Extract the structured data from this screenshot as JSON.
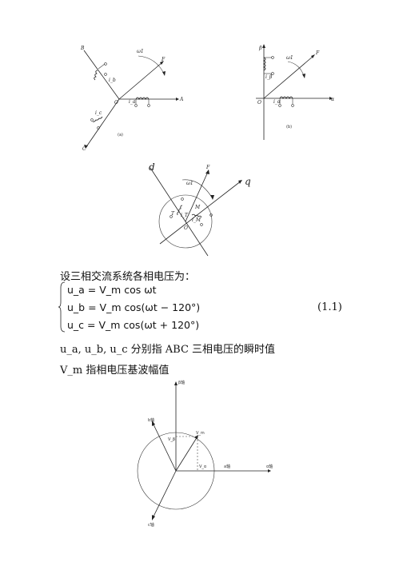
{
  "figure_a": {
    "labels": {
      "A": "A",
      "B": "B",
      "C": "C",
      "F": "F",
      "O": "O",
      "omega": "ω1",
      "ia": "i_a",
      "ib": "i_b",
      "ic": "i_c",
      "caption": "(a)"
    }
  },
  "figure_b": {
    "labels": {
      "beta": "β",
      "alpha": "α",
      "F": "F",
      "O": "O",
      "omega": "ω1",
      "ibeta": "i_β",
      "ialpha": "i_α",
      "caption": "(b)"
    }
  },
  "figure_c": {
    "labels": {
      "d": "d",
      "q": "q",
      "F": "F",
      "O": "O",
      "omega": "ω1",
      "T": "T",
      "M": "M",
      "iT": "i_T",
      "iM": "i_M"
    }
  },
  "text": {
    "intro": "设三相交流系统各相电压为：",
    "eq1": "u_a = V_m cos ωt",
    "eq2": "u_b = V_m cos(ωt − 120°)",
    "eq3": "u_c = V_m cos(ωt + 120°)",
    "eq_number": "(1.1)",
    "line_ua": "u_a, u_b, u_c 分别指 ABC 三相电压的瞬时值",
    "line_vm": "V_m 指相电压基波幅值"
  },
  "figure_d": {
    "labels": {
      "beta_axis": "β轴",
      "alpha_axis": "α轴",
      "b_axis": "b轴",
      "c_axis": "c轴",
      "a_axis": "a轴",
      "Vm": "V_m",
      "Vbeta": "V_β",
      "Valpha": "V_α"
    }
  }
}
